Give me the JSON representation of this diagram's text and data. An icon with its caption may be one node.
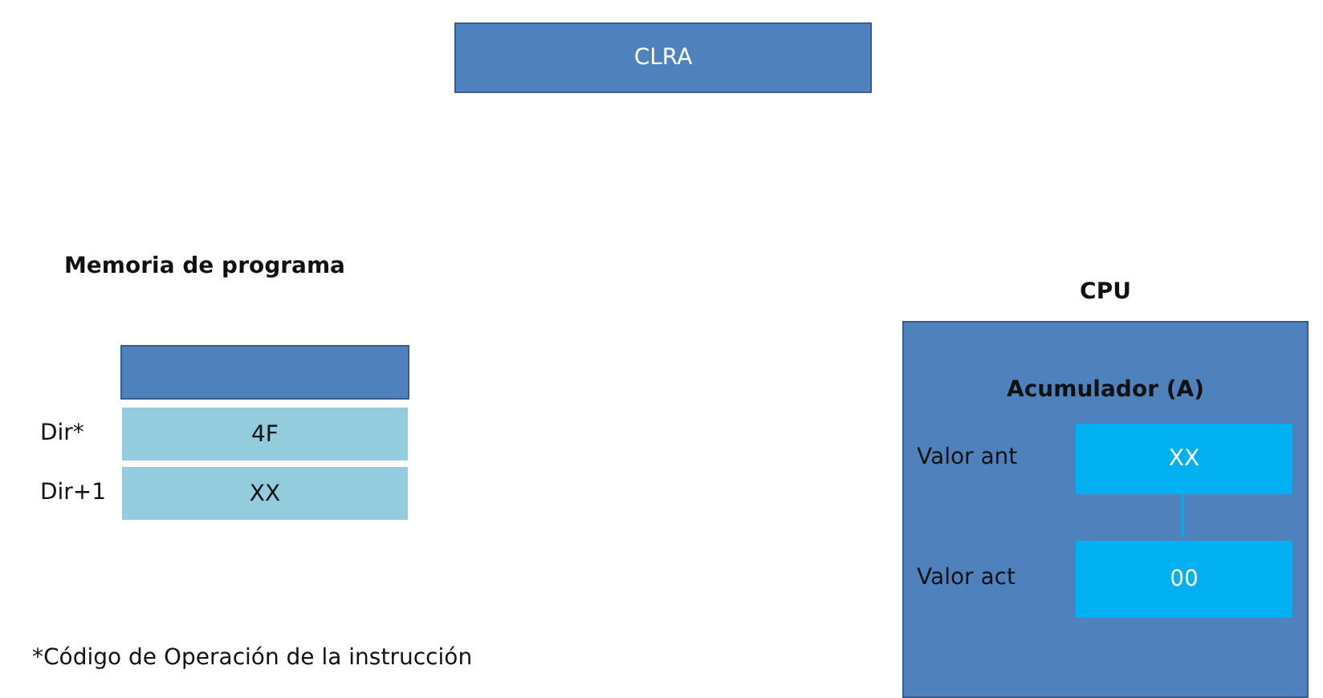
{
  "diagram": {
    "nodes": [
      {
        "text": [
          "CLRA"
        ]
      },
      {
        "text": [],
        "shape": "box"
      },
      {
        "text": [
          "4F"
        ],
        "beside": [
          "Dir*"
        ]
      },
      {
        "text": [
          "XX"
        ],
        "beside": [
          "Dir+1"
        ]
      },
      {
        "text": [
          "CPU",
          "Acumulador (A)"
        ]
      },
      {
        "text": [
          "XX"
        ],
        "in": 4,
        "beside": [
          "Valor ant"
        ]
      },
      {
        "text": [
          "00"
        ],
        "in": 4,
        "beside": [
          "Valor act"
        ]
      }
    ],
    "edges": [
      {
        "from": 5,
        "to": 6,
        "arrow": "none"
      }
    ],
    "labels": [
      "Memoria de programa",
      "*Código de Operación de la instrucción"
    ]
  }
}
